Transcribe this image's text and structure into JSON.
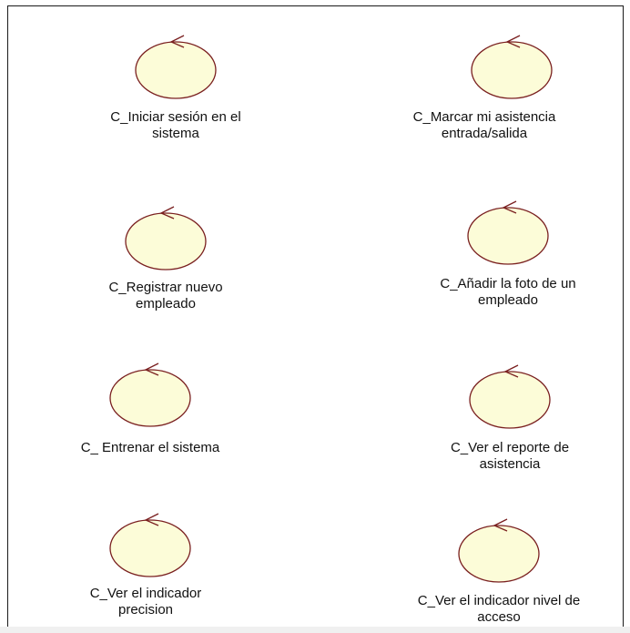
{
  "diagram": {
    "controls": [
      {
        "name": "control-iniciar-sesion",
        "lines": [
          "C_Iniciar sesión en el",
          "sistema"
        ]
      },
      {
        "name": "control-marcar-asistencia",
        "lines": [
          "C_Marcar mi asistencia",
          "entrada/salida"
        ]
      },
      {
        "name": "control-registrar-empleado",
        "lines": [
          "C_Registrar nuevo",
          "empleado"
        ]
      },
      {
        "name": "control-anadir-foto",
        "lines": [
          "C_Añadir la foto de un",
          "empleado"
        ]
      },
      {
        "name": "control-entrenar-sistema",
        "lines": [
          "C_ Entrenar el sistema"
        ]
      },
      {
        "name": "control-ver-reporte",
        "lines": [
          "C_Ver el reporte de",
          "asistencia"
        ]
      },
      {
        "name": "control-ver-indicador-precision",
        "lines": [
          "C_Ver el indicador",
          "precision"
        ]
      },
      {
        "name": "control-ver-indicador-nivel",
        "lines": [
          "C_Ver el indicador nivel de",
          "acceso"
        ]
      }
    ]
  }
}
